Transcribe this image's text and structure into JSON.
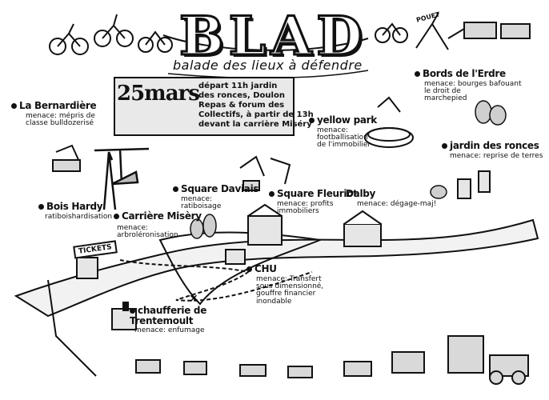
{
  "title": "BLAD",
  "subtitle": "balade des lieux à défendre",
  "banner": {
    "date": "25mars",
    "lines": [
      "départ 11h jardin",
      "des ronces, Doulon",
      "Repas & forum des",
      "Collectifs, à partir de 13h",
      "devant la carrière Miséry"
    ]
  },
  "ticket_sign": "TICKETS",
  "sign_text": "POUET",
  "places": [
    {
      "name": "La Bernardière",
      "threat": [
        "menace: mépris de",
        "classe bulldozerisé"
      ]
    },
    {
      "name": "Bords de l'Erdre",
      "threat": [
        "menace: bourges bafouant",
        "le droit de",
        "marchepied"
      ]
    },
    {
      "name": "yellow park",
      "threat": [
        "menace:",
        "footballisation",
        "de l'immobilier"
      ]
    },
    {
      "name": "jardin des ronces",
      "threat": [
        "menace: reprise de terres"
      ]
    },
    {
      "name": "Bois Hardy",
      "threat": [
        "ratiboishardisation"
      ]
    },
    {
      "name": "Square Daviais",
      "threat": [
        "menace:",
        "ratiboisage"
      ]
    },
    {
      "name": "Square Fleuriot",
      "threat": [
        "menace: profits",
        "immobiliers"
      ]
    },
    {
      "name": "Dalby",
      "threat": [
        "menace: dégage-maj!"
      ]
    },
    {
      "name": "Carrière Misèry",
      "threat": [
        "menace:",
        "arbroléronisation"
      ]
    },
    {
      "name": "CHU",
      "threat": [
        "menace: Transfert",
        "sous dimensionné,",
        "gouffre financier",
        "inondable"
      ]
    },
    {
      "name": "chaufferie de Trentemoult",
      "threat": [
        "menace: enfumage"
      ]
    }
  ]
}
